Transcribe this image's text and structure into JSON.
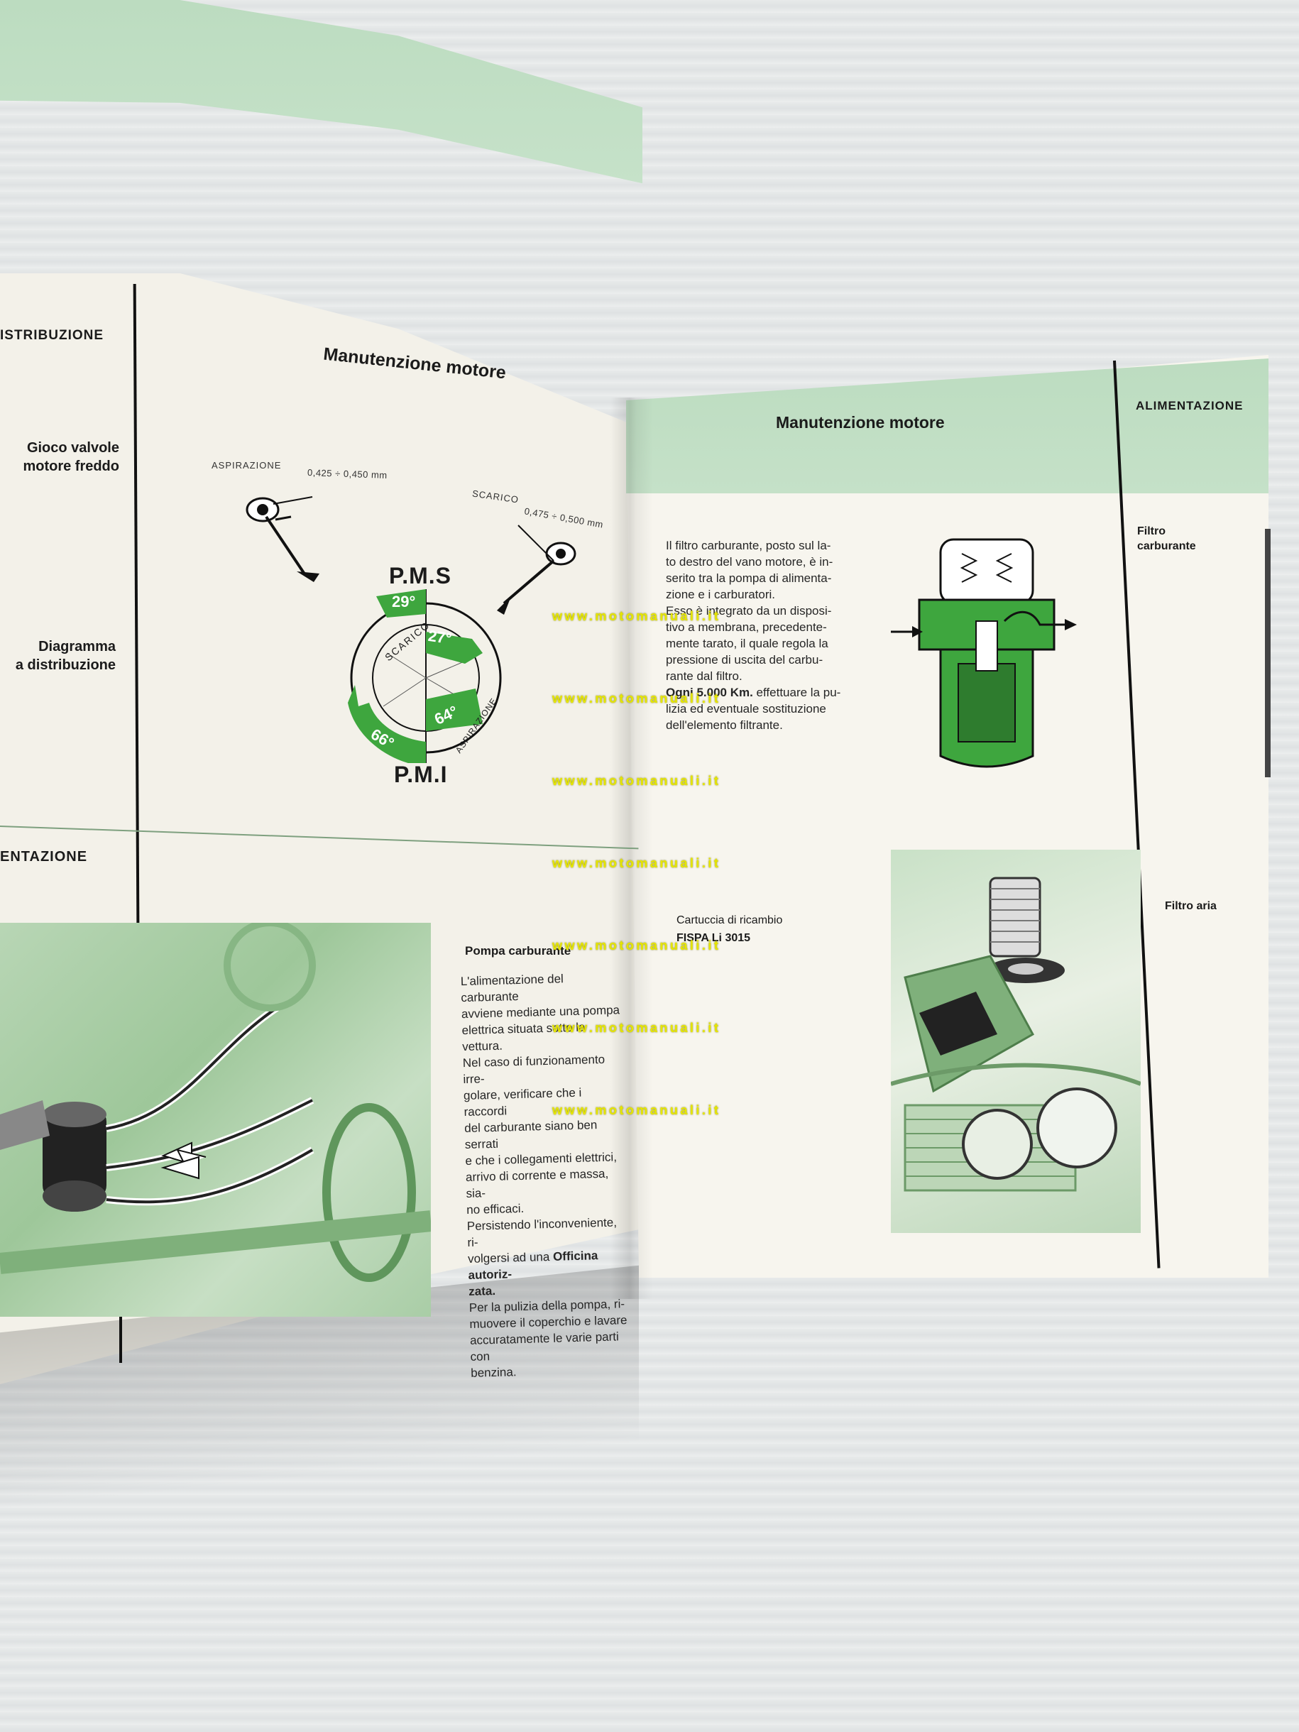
{
  "left_page": {
    "section_top": "ISTRIBUZIONE",
    "header_title": "Manutenzione motore",
    "gioco_label": [
      "Gioco valvole",
      "motore freddo"
    ],
    "diagramma_label": [
      "Diagramma",
      "a distribuzione"
    ],
    "aspirazione_label": "ASPIRAZIONE",
    "aspirazione_value": "0,425 ÷ 0,450 mm",
    "scarico_label": "SCARICO",
    "scarico_value": "0,475 ÷ 0,500 mm",
    "diagram": {
      "pms": "P.M.S",
      "pmi": "P.M.I",
      "scarico_arc": "SCARICO",
      "aspirazione_arc": "ASPIRAZIONE",
      "angles": [
        "29°",
        "27°",
        "64°",
        "66°"
      ]
    },
    "section_bottom": "ENTAZIONE",
    "pompa": {
      "title": "Pompa carburante",
      "lines": [
        "L'alimentazione del carburante",
        "avviene mediante una pompa",
        "elettrica situata sotto la vettura.",
        "Nel caso di funzionamento irre-",
        "golare, verificare che i raccordi",
        "del carburante siano ben serrati",
        "e che i collegamenti elettrici,",
        "arrivo di corrente e massa, sia-",
        "no efficaci.",
        "Persistendo l'inconveniente, ri-",
        "volgersi ad una"
      ],
      "bold_1": "Officina autoriz-",
      "bold_2": "zata.",
      "lines_2": [
        "Per la pulizia della pompa, ri-",
        "muovere il coperchio e lavare",
        "accuratamente le varie parti con",
        "benzina."
      ]
    }
  },
  "right_page": {
    "header_title": "Manutenzione motore",
    "section": "ALIMENTAZIONE",
    "filtro_carburante_label": [
      "Filtro",
      "carburante"
    ],
    "filtro_aria_label": "Filtro aria",
    "filtro_text": [
      "Il filtro carburante, posto sul la-",
      "to destro del vano motore, è in-",
      "serito tra la pompa di alimenta-",
      "zione e i carburatori.",
      "Esso è integrato da un disposi-",
      "tivo a membrana, precedente-",
      "mente tarato, il quale regola la",
      "pressione di uscita del carbu-",
      "rante dal filtro."
    ],
    "filtro_bold": "Ogni 5.000 Km.",
    "filtro_text_2": [
      " effettuare la pu-",
      "lizia ed eventuale sostituzione",
      "dell'elemento filtrante."
    ],
    "cartuccia": "Cartuccia di ricambio",
    "cartuccia_code": "FISPA Li 3015"
  },
  "watermark": "www.motomanuali.it",
  "colors": {
    "green": "#3ea63e",
    "band": "#c2dfc5",
    "paper": "#f4f2ea"
  }
}
